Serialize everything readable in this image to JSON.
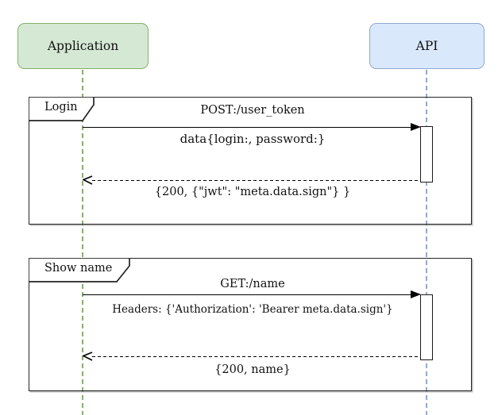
{
  "diagram": {
    "type": "uml-sequence-diagram",
    "actors": [
      {
        "name": "Application",
        "fill": "#d5e8d4",
        "border": "#82b366",
        "lifeline_color": "#82b366"
      },
      {
        "name": "API",
        "fill": "#dae8fc",
        "border": "#8ea9d2",
        "lifeline_color": "#8fa9d8"
      }
    ],
    "frames": [
      {
        "label": "Login",
        "messages": [
          {
            "from": "Application",
            "to": "API",
            "style": "solid-arrow",
            "text": "POST:/user_token"
          },
          {
            "from": "Application",
            "to": "API",
            "style": "annotation",
            "text": "data{login:, password:}"
          },
          {
            "from": "API",
            "to": "Application",
            "style": "dashed-return",
            "text": "{200, {\"jwt\": \"meta.data.sign\"} }"
          }
        ]
      },
      {
        "label": "Show name",
        "messages": [
          {
            "from": "Application",
            "to": "API",
            "style": "solid-arrow",
            "text": "GET:/name"
          },
          {
            "from": "Application",
            "to": "API",
            "style": "annotation",
            "text": "Headers: {'Authorization': 'Bearer meta.data.sign'}"
          },
          {
            "from": "API",
            "to": "Application",
            "style": "dashed-return",
            "text": "{200, name}"
          }
        ]
      }
    ],
    "colors": {
      "frame_border": "#242424",
      "arrow": "#000000",
      "activation_fill": "#ffffff",
      "background": "#ffffff"
    }
  }
}
